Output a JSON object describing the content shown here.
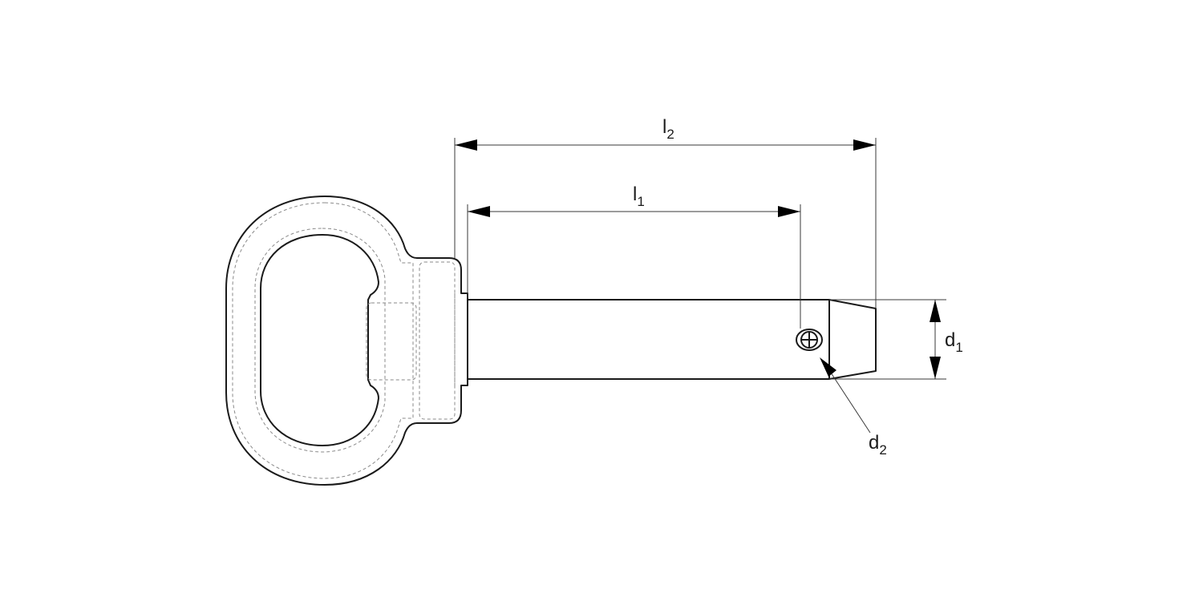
{
  "dimensions": {
    "l2": {
      "symbol": "l",
      "subscript": "2"
    },
    "l1": {
      "symbol": "l",
      "subscript": "1"
    },
    "d1": {
      "symbol": "d",
      "subscript": "1"
    },
    "d2": {
      "symbol": "d",
      "subscript": "2"
    }
  }
}
